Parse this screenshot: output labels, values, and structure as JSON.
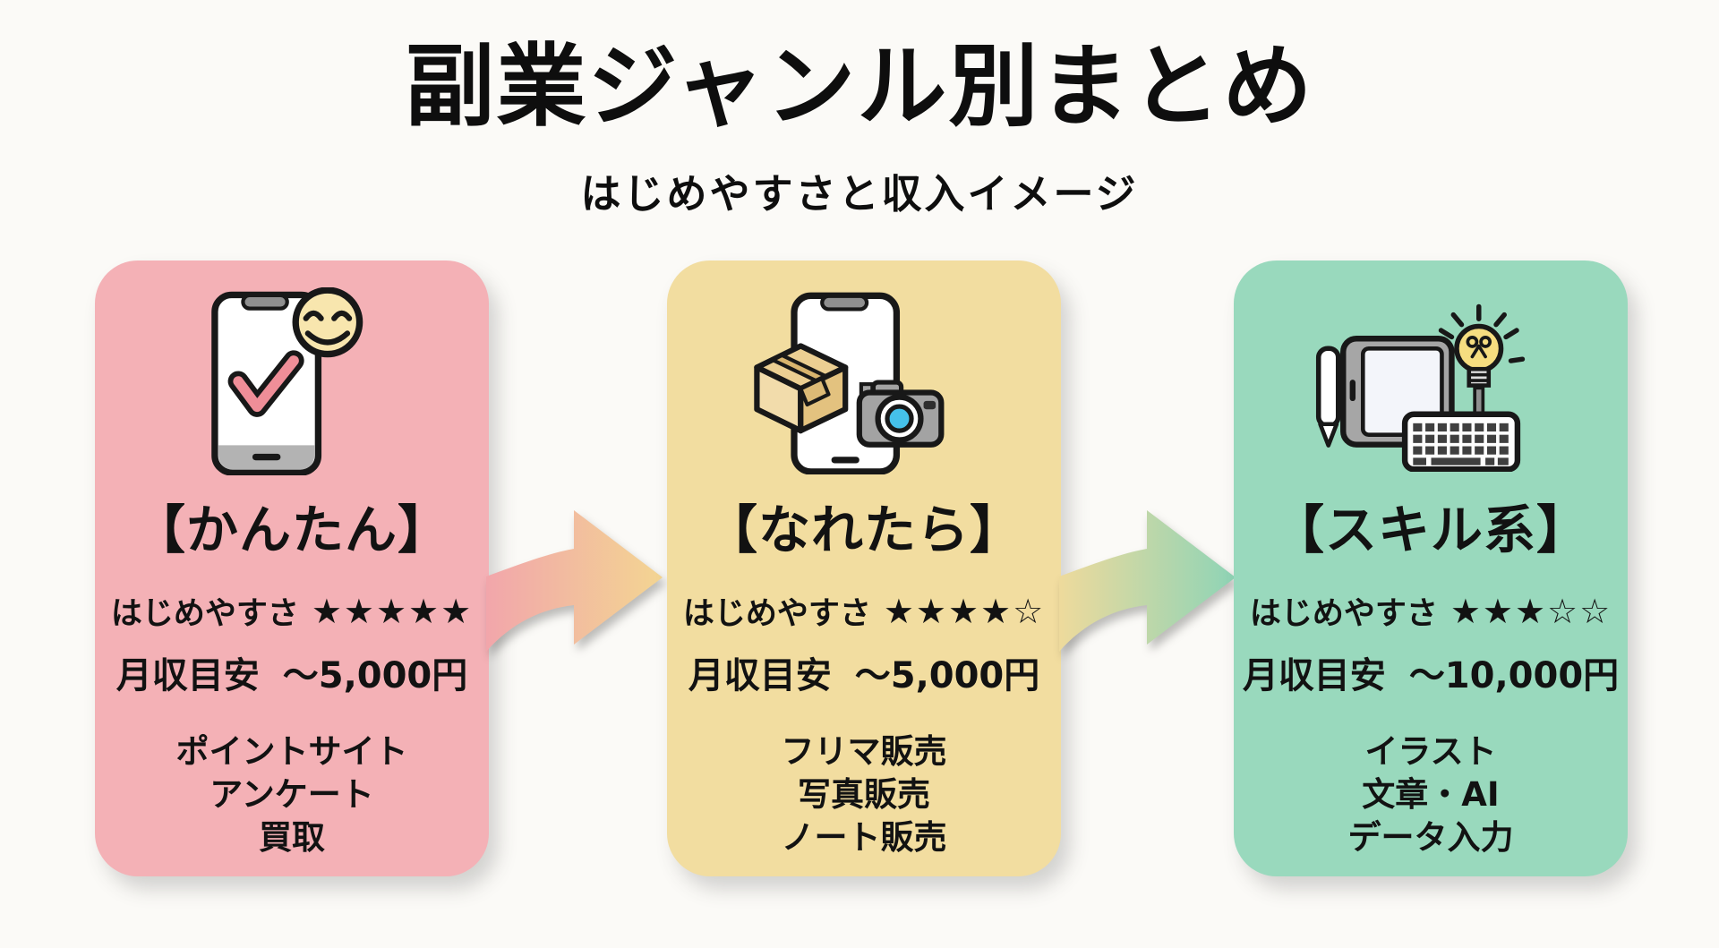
{
  "header": {
    "title": "副業ジャンル別まとめ",
    "subtitle": "はじめやすさと収入イメージ"
  },
  "cards": [
    {
      "heading": "【かんたん】",
      "ease_label": "はじめやすさ",
      "stars": "★★★★★",
      "income_label": "月収目安",
      "income_value": "〜5,000円",
      "items": [
        "ポイントサイト",
        "アンケート",
        "買取"
      ],
      "bg": "#f4b1b6",
      "icon": "smartphone-check-smiley"
    },
    {
      "heading": "【なれたら】",
      "ease_label": "はじめやすさ",
      "stars": "★★★★☆",
      "income_label": "月収目安",
      "income_value": "〜5,000円",
      "items": [
        "フリマ販売",
        "写真販売",
        "ノート販売"
      ],
      "bg": "#f2dda0",
      "icon": "smartphone-box-camera"
    },
    {
      "heading": "【スキル系】",
      "ease_label": "はじめやすさ",
      "stars": "★★★☆☆",
      "income_label": "月収目安",
      "income_value": "〜10,000円",
      "items": [
        "イラスト",
        "文章・AI",
        "データ入力"
      ],
      "bg": "#99d9bd",
      "icon": "tablet-keyboard-lightbulb"
    }
  ],
  "arrows": [
    {
      "from": "かんたん",
      "to": "なれたら",
      "gradient_start": "#f2a6ab",
      "gradient_end": "#f3d592"
    },
    {
      "from": "なれたら",
      "to": "スキル系",
      "gradient_start": "#eeda9c",
      "gradient_end": "#8ed4b6"
    }
  ],
  "colors": {
    "background": "#fbfaf7",
    "text": "#121212",
    "card_easy": "#f4b1b6",
    "card_mid": "#f2dda0",
    "card_skill": "#99d9bd"
  }
}
